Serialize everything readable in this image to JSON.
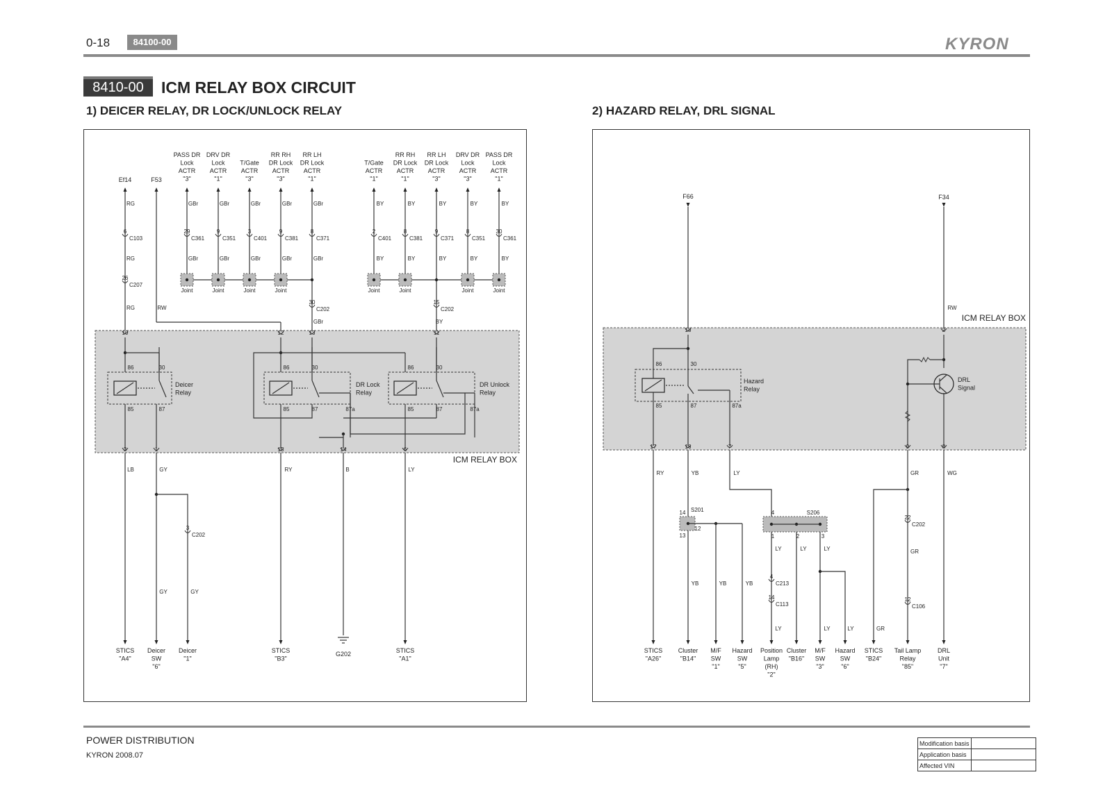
{
  "header": {
    "page_number": "0-18",
    "doc_code": "84100-00",
    "brand": "KYRON"
  },
  "section": {
    "code": "8410-00",
    "title": "ICM RELAY BOX CIRCUIT"
  },
  "diagram1": {
    "subtitle": "1) DEICER RELAY, DR LOCK/UNLOCK RELAY",
    "box_label": "ICM RELAY BOX",
    "top_sources": [
      {
        "id": "ef14",
        "lines": [
          "Ef14"
        ]
      },
      {
        "id": "f53",
        "lines": [
          "F53"
        ]
      },
      {
        "id": "pass-lock-l",
        "lines": [
          "PASS DR",
          "Lock",
          "ACTR",
          "\"3\""
        ]
      },
      {
        "id": "drv-lock-l",
        "lines": [
          "DRV DR",
          "Lock",
          "ACTR",
          "\"1\""
        ]
      },
      {
        "id": "tgate-l",
        "lines": [
          "T/Gate",
          "ACTR",
          "\"3\""
        ]
      },
      {
        "id": "rrrh-l",
        "lines": [
          "RR RH",
          "DR Lock",
          "ACTR",
          "\"3\""
        ]
      },
      {
        "id": "rrlh-l",
        "lines": [
          "RR LH",
          "DR Lock",
          "ACTR",
          "\"1\""
        ]
      },
      {
        "id": "tgate-r",
        "lines": [
          "T/Gate",
          "ACTR",
          "\"1\""
        ]
      },
      {
        "id": "rrrh-r",
        "lines": [
          "RR RH",
          "DR Lock",
          "ACTR",
          "\"1\""
        ]
      },
      {
        "id": "rrlh-r",
        "lines": [
          "RR LH",
          "DR Lock",
          "ACTR",
          "\"3\""
        ]
      },
      {
        "id": "drv-lock-r",
        "lines": [
          "DRV DR",
          "Lock",
          "ACTR",
          "\"3\""
        ]
      },
      {
        "id": "pass-lock-r",
        "lines": [
          "PASS DR",
          "Lock",
          "ACTR",
          "\"1\""
        ]
      }
    ],
    "wire_labels": [
      "RG",
      "GBr",
      "GBr",
      "GBr",
      "GBr",
      "GBr",
      "BY",
      "BY",
      "BY",
      "BY",
      "BY",
      "RG",
      "GBr",
      "GBr",
      "GBr",
      "GBr",
      "GBr",
      "BY",
      "BY",
      "BY",
      "BY",
      "BY",
      "RG",
      "RW",
      "GBr",
      "BY",
      "LB",
      "GY",
      "RY",
      "B",
      "LY",
      "GY",
      "GY"
    ],
    "connectors": [
      {
        "pin": "6",
        "name": "C103"
      },
      {
        "pin": "26",
        "name": "C207"
      },
      {
        "pin": "29",
        "name": "C361"
      },
      {
        "pin": "9",
        "name": "C351"
      },
      {
        "pin": "3",
        "name": "C401"
      },
      {
        "pin": "9",
        "name": "C381"
      },
      {
        "pin": "8",
        "name": "C371"
      },
      {
        "pin": "2",
        "name": "C401"
      },
      {
        "pin": "8",
        "name": "C381"
      },
      {
        "pin": "9",
        "name": "C371"
      },
      {
        "pin": "8",
        "name": "C351"
      },
      {
        "pin": "30",
        "name": "C361"
      },
      {
        "pin": "30",
        "name": "C202"
      },
      {
        "pin": "15",
        "name": "C202"
      },
      {
        "pin": "3",
        "name": "C202"
      }
    ],
    "joint_label": "Joint",
    "box_pins_top": [
      "10",
      "12",
      "13",
      "11"
    ],
    "box_pins_bottom": [
      "3",
      "1",
      "15",
      "14",
      "6"
    ],
    "relays": [
      {
        "name": [
          "Deicer",
          "Relay"
        ],
        "terms": [
          "86",
          "30",
          "85",
          "87"
        ]
      },
      {
        "name": [
          "DR Lock",
          "Relay"
        ],
        "terms": [
          "86",
          "30",
          "85",
          "87",
          "87a"
        ]
      },
      {
        "name": [
          "DR Unlock",
          "Relay"
        ],
        "terms": [
          "86",
          "30",
          "85",
          "87",
          "87a"
        ]
      }
    ],
    "bottom_destinations": [
      {
        "lines": [
          "STICS",
          "\"A4\""
        ]
      },
      {
        "lines": [
          "Deicer",
          "SW",
          "\"6\""
        ]
      },
      {
        "lines": [
          "Deicer",
          "\"1\""
        ]
      },
      {
        "lines": [
          "STICS",
          "\"B3\""
        ]
      },
      {
        "lines": [
          "G202"
        ]
      },
      {
        "lines": [
          "STICS",
          "\"A1\""
        ]
      }
    ]
  },
  "diagram2": {
    "subtitle": "2) HAZARD RELAY, DRL SIGNAL",
    "box_label": "ICM RELAY BOX",
    "top_sources": [
      {
        "lines": [
          "F66"
        ]
      },
      {
        "lines": [
          "F34"
        ]
      }
    ],
    "wire_labels": [
      "RW",
      "RY",
      "YB",
      "LY",
      "GR",
      "WG",
      "LY",
      "LY",
      "LY",
      "YB",
      "YB",
      "YB",
      "GR",
      "LY",
      "LY",
      "LY",
      "GR"
    ],
    "box_pins_top": [
      "18",
      "2"
    ],
    "box_pins_bottom": [
      "17",
      "16",
      "7",
      "9",
      "8"
    ],
    "hazard_relay": {
      "name": [
        "Hazard",
        "Relay"
      ],
      "terms": [
        "86",
        "30",
        "85",
        "87",
        "87a"
      ]
    },
    "drl_signal": [
      "DRL",
      "Signal"
    ],
    "splices": [
      {
        "name": "S201",
        "pins": [
          "14",
          "13",
          "12"
        ]
      },
      {
        "name": "S206",
        "pins": [
          "4",
          "1",
          "2",
          "3"
        ]
      }
    ],
    "connectors": [
      {
        "pin": "22",
        "name": "C202"
      },
      {
        "pin": "4",
        "name": "C213"
      },
      {
        "pin": "14",
        "name": "C113"
      },
      {
        "pin": "12",
        "name": "C106"
      }
    ],
    "bottom_destinations": [
      {
        "lines": [
          "STICS",
          "\"A26\""
        ]
      },
      {
        "lines": [
          "Cluster",
          "\"B14\""
        ]
      },
      {
        "lines": [
          "M/F",
          "SW",
          "\"1\""
        ]
      },
      {
        "lines": [
          "Hazard",
          "SW",
          "\"5\""
        ]
      },
      {
        "lines": [
          "Position",
          "Lamp",
          "(RH)",
          "\"2\""
        ]
      },
      {
        "lines": [
          "Cluster",
          "\"B16\""
        ]
      },
      {
        "lines": [
          "M/F",
          "SW",
          "\"3\""
        ]
      },
      {
        "lines": [
          "Hazard",
          "SW",
          "\"6\""
        ]
      },
      {
        "lines": [
          "STICS",
          "\"B24\""
        ]
      },
      {
        "lines": [
          "Tail Lamp",
          "Relay",
          "\"85\""
        ]
      },
      {
        "lines": [
          "DRL",
          "Unit",
          "\"7\""
        ]
      }
    ]
  },
  "footer": {
    "title": "POWER DISTRIBUTION",
    "version": "KYRON 2008.07",
    "table_rows": [
      "Modification basis",
      "Application basis",
      "Affected VIN"
    ]
  }
}
